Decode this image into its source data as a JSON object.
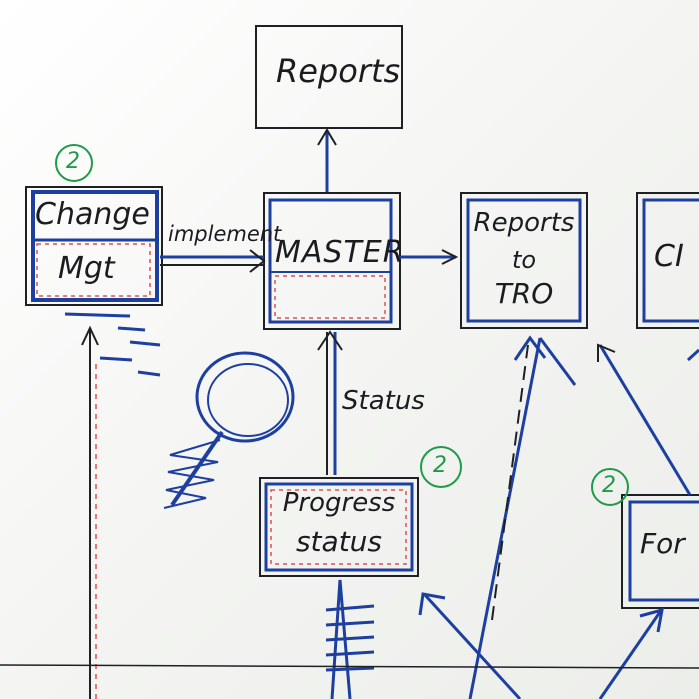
{
  "nodes": {
    "reports": "Reports",
    "change_mgt_line1": "Change",
    "change_mgt_line2": "Mgt",
    "master": "MASTER",
    "reports_to_tro_line1": "Reports",
    "reports_to_tro_line2": "to",
    "reports_to_tro_line3": "TRO",
    "cd_partial": "CI",
    "progress_status_line1": "Progress",
    "progress_status_line2": "status",
    "for_partial": "For"
  },
  "edges": {
    "implement": "implement",
    "status": "Status"
  },
  "markers": {
    "step_change": "2",
    "step_progress": "2",
    "step_for": "2"
  },
  "colors": {
    "ink_black": "#1e2024",
    "ink_blue": "#1d3fa0",
    "ink_green": "#1f9a4a",
    "ink_red": "#d9534f"
  }
}
